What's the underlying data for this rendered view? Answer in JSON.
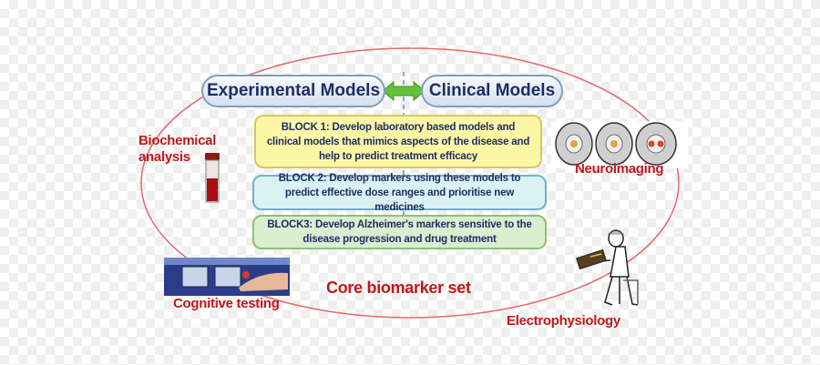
{
  "models": {
    "experimental": "Experimental Models",
    "clinical": "Clinical Models"
  },
  "blocks": [
    {
      "text": "BLOCK 1: Develop laboratory based models and clinical models that mimics aspects of the disease and help to predict treatment efficacy"
    },
    {
      "text": "BLOCK 2: Develop markers using these models to predict effective dose ranges and prioritise new medicines"
    },
    {
      "text": "BLOCK3: Develop Alzheimer's markers sensitive to the disease progression and drug treatment"
    }
  ],
  "labels": {
    "biochemical_line1": "Biochemical",
    "biochemical_line2": "analysis",
    "neuroimaging": "Neuroimaging",
    "cognitive": "Cognitive testing",
    "core": "Core biomarker set",
    "electro": "Electrophysiology"
  },
  "colors": {
    "label_red": "#c0181c",
    "ellipse_red": "#e36a6a",
    "model_text": "#1f2d66",
    "arrow_green": "#63c23a"
  },
  "icons": [
    "blood-tube-icon",
    "brain-scan-icon",
    "cognitive-test-device-icon",
    "eeg-subject-icon"
  ]
}
